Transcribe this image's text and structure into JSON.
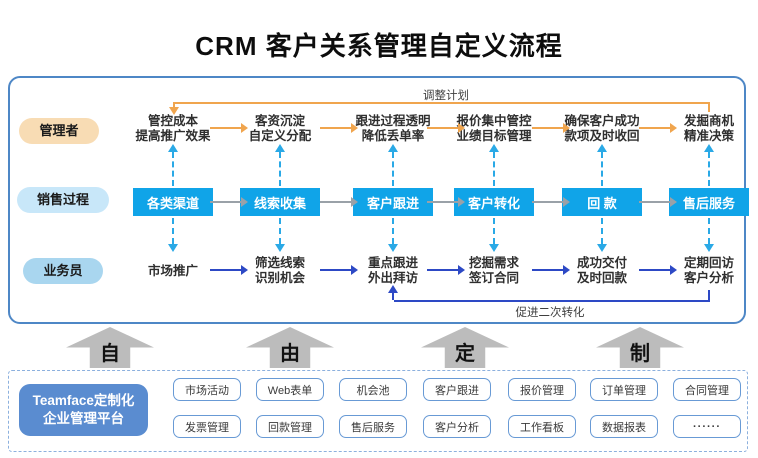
{
  "title": "CRM 客户关系管理自定义流程",
  "colors": {
    "container_border": "#4e87c6",
    "process_box": "#10a4e8",
    "manager_pill": "#f8dcb4",
    "process_pill": "#c8e7f9",
    "staff_pill": "#a9d6ef",
    "manager_arrow": "#f0a54e",
    "process_arrow": "#9aa1a8",
    "staff_arrow": "#2d49c5",
    "connector_dashed": "#2aa9e6",
    "bridge_arrow": "#bcbcbc",
    "platform_box": "#5a8cd0",
    "module_border": "#689ad5"
  },
  "diagram": {
    "feedback_top_label": "调整计划",
    "feedback_bottom_label": "促进二次转化",
    "rows": {
      "manager": {
        "label": "管理者",
        "items": [
          {
            "line1": "管控成本",
            "line2": "提高推广效果"
          },
          {
            "line1": "客资沉淀",
            "line2": "自定义分配"
          },
          {
            "line1": "跟进过程透明",
            "line2": "降低丢单率"
          },
          {
            "line1": "报价集中管控",
            "line2": "业绩目标管理"
          },
          {
            "line1": "确保客户成功",
            "line2": "款项及时收回"
          },
          {
            "line1": "发掘商机",
            "line2": "精准决策"
          }
        ]
      },
      "process": {
        "label": "销售过程",
        "items": [
          "各类渠道",
          "线索收集",
          "客户跟进",
          "客户转化",
          "回 款",
          "售后服务"
        ]
      },
      "staff": {
        "label": "业务员",
        "items": [
          {
            "line1": "市场推广",
            "line2": ""
          },
          {
            "line1": "筛选线索",
            "line2": "识别机会"
          },
          {
            "line1": "重点跟进",
            "line2": "外出拜访"
          },
          {
            "line1": "挖掘需求",
            "line2": "签订合同"
          },
          {
            "line1": "成功交付",
            "line2": "及时回款"
          },
          {
            "line1": "定期回访",
            "line2": "客户分析"
          }
        ]
      }
    }
  },
  "bridge_arrows": [
    "自",
    "由",
    "定",
    "制"
  ],
  "platform": {
    "name_line1": "Teamface定制化",
    "name_line2": "企业管理平台",
    "modules_row1": [
      "市场活动",
      "Web表单",
      "机会池",
      "客户跟进",
      "报价管理",
      "订单管理",
      "合同管理"
    ],
    "modules_row2": [
      "发票管理",
      "回款管理",
      "售后服务",
      "客户分析",
      "工作看板",
      "数据报表",
      "······"
    ]
  }
}
